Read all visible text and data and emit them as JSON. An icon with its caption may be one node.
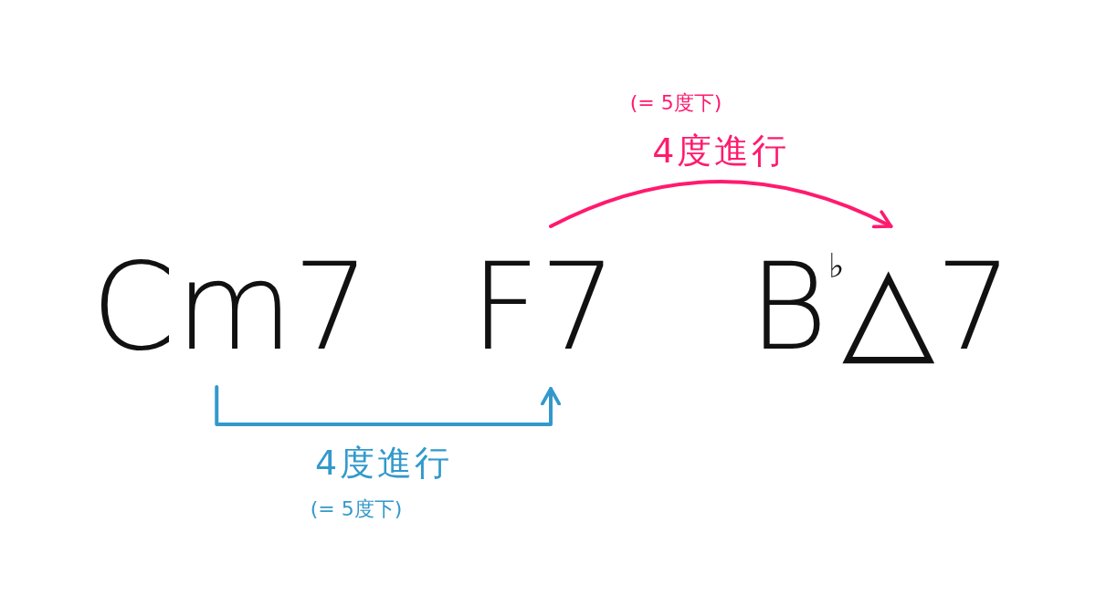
{
  "diagram": {
    "nodes": [
      {
        "text": [
          "Cm7"
        ]
      },
      {
        "text": [
          "F7"
        ]
      },
      {
        "text": [
          "B$^{♭}$△7"
        ]
      }
    ],
    "edges": [
      {
        "from": 0,
        "to": 1,
        "arrow": "to",
        "label": "4度進行",
        "color": "#3399cc"
      },
      {
        "from": 1,
        "to": 2,
        "arrow": "to",
        "label": "4度進行",
        "color": "#ff1a6e"
      }
    ],
    "labels": [
      "(= 5度下)",
      "(= 5度下)"
    ]
  }
}
